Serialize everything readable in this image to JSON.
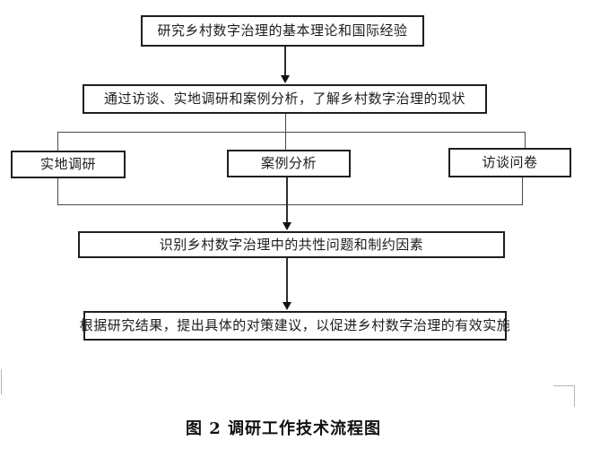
{
  "flowchart": {
    "step1": "研究乡村数字治理的基本理论和国际经验",
    "step2": "通过访谈、实地调研和案例分析，了解乡村数字治理的现状",
    "branch_left": "实地调研",
    "branch_center": "案例分析",
    "branch_right": "访谈问卷",
    "step3": "识别乡村数字治理中的共性问题和制约因素",
    "step4": "根据研究结果，提出具体的对策建议，以促进乡村数字治理的有效实施"
  },
  "figure": {
    "caption": "图 2 调研工作技术流程图"
  },
  "colors": {
    "background": "#ffffff",
    "box_border": "#1f1f1f",
    "connector": "#4a4a4a",
    "arrow": "#111111",
    "text": "#1c1c1c",
    "boundary_mark": "#b5b5b5"
  }
}
